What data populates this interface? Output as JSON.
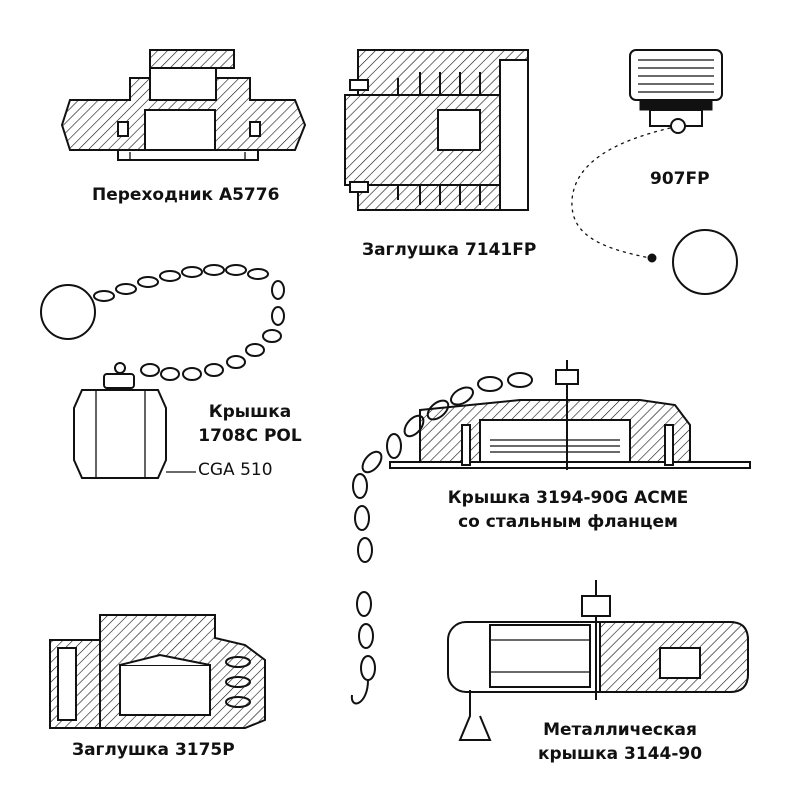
{
  "items": {
    "a5776": {
      "label": "Переходник A5776"
    },
    "p7141": {
      "label": "Заглушка 7141FP"
    },
    "p907": {
      "label": "907FP"
    },
    "c1708": {
      "label_line1": "Крышка",
      "label_line2": "1708C POL",
      "sublabel": "CGA  510"
    },
    "c3194": {
      "label_line1": "Крышка 3194-90G ACME",
      "label_line2": "со стальным фланцем"
    },
    "p3175": {
      "label": "Заглушка 3175P"
    },
    "c3144": {
      "label_line1": "Металлическая",
      "label_line2": "крышка 3144-90"
    }
  }
}
